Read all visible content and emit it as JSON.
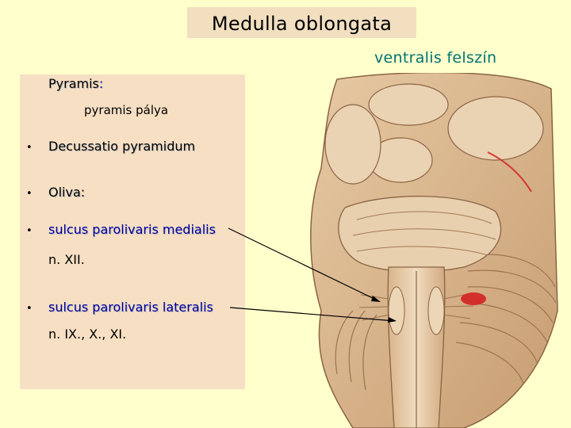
{
  "slide": {
    "title": "Medulla oblongata",
    "subtitle": "ventralis felszín",
    "items": {
      "pyramis_label": "Pyramis",
      "pyramis_colon": ":",
      "pyramis_sub": "pyramis pálya",
      "decussatio": "Decussatio  pyramidum",
      "oliva_label": "Oliva",
      "oliva_colon": ":",
      "sulcus_medialis": "sulcus parolivaris medialis",
      "n_xii": "n. XII.",
      "sulcus_lateralis": "sulcus parolivaris lateralis",
      "n_ix_x_xi": "n. IX., X., XI."
    },
    "bullet_char": "•"
  },
  "colors": {
    "background": "#ffffcc",
    "panel": "#f6dfc3",
    "subtitle": "#007373",
    "blue_text": "#00009f"
  }
}
